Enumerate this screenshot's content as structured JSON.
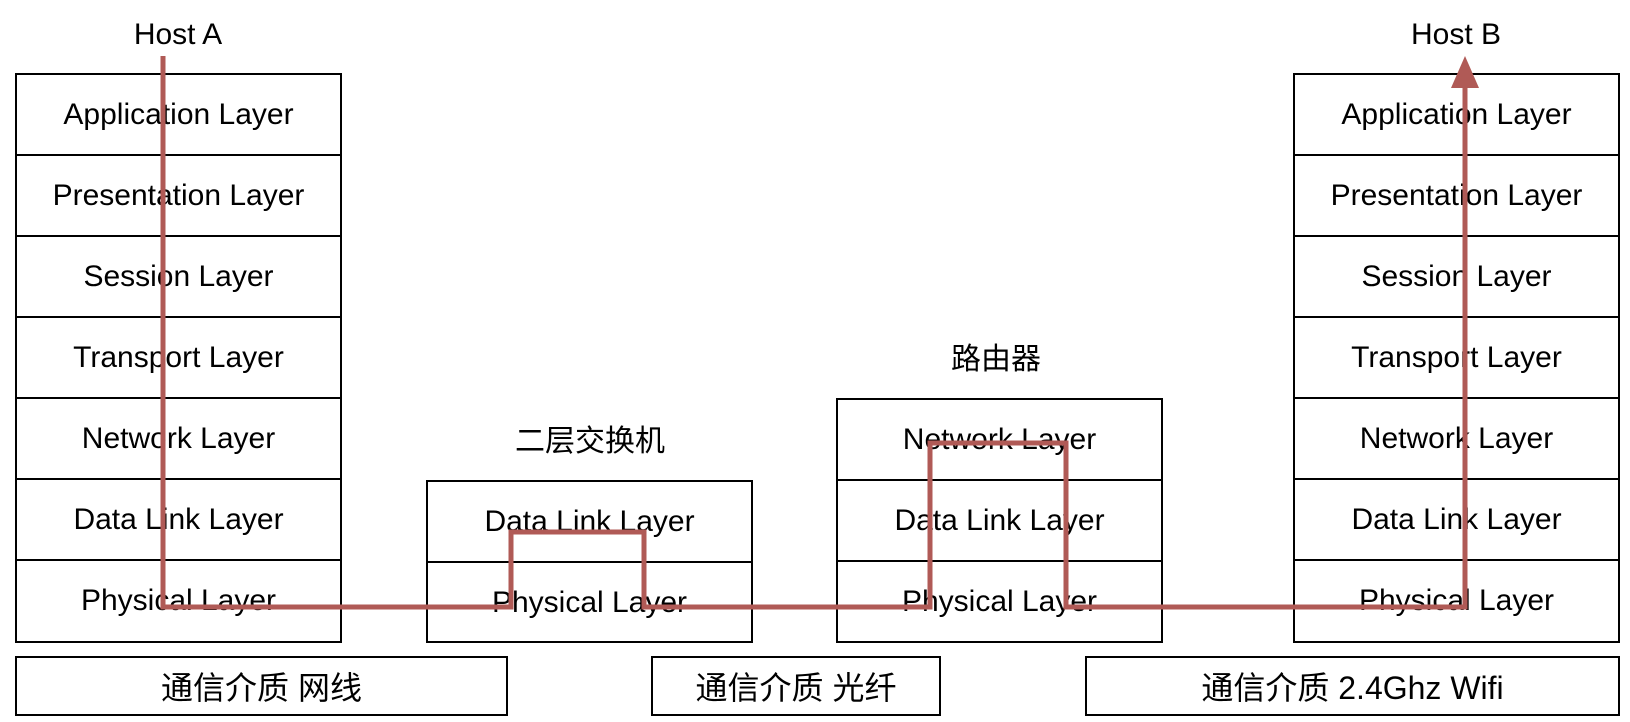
{
  "host_a": {
    "title": "Host A",
    "layers": [
      "Application Layer",
      "Presentation Layer",
      "Session Layer",
      "Transport Layer",
      "Network Layer",
      "Data Link Layer",
      "Physical Layer"
    ]
  },
  "switch": {
    "title": "二层交换机",
    "layers": [
      "Data Link Layer",
      "Physical Layer"
    ]
  },
  "router": {
    "title": "路由器",
    "layers": [
      "Network Layer",
      "Data Link Layer",
      "Physical Layer"
    ]
  },
  "host_b": {
    "title": "Host B",
    "layers": [
      "Application Layer",
      "Presentation Layer",
      "Session Layer",
      "Transport Layer",
      "Network Layer",
      "Data Link Layer",
      "Physical Layer"
    ]
  },
  "media": [
    "通信介质 网线",
    "通信介质 光纤",
    "通信介质 2.4Ghz Wifi"
  ],
  "colors": {
    "path": "#b05a56",
    "border": "#000000",
    "background": "#ffffff"
  }
}
